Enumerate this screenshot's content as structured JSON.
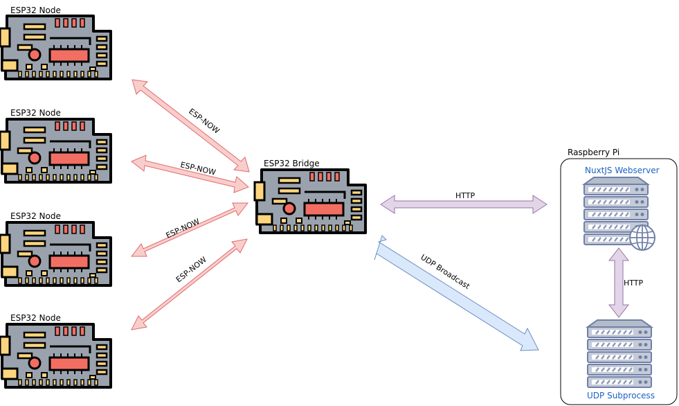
{
  "nodes": {
    "node1": {
      "label": "ESP32 Node"
    },
    "node2": {
      "label": "ESP32 Node"
    },
    "node3": {
      "label": "ESP32 Node"
    },
    "node4": {
      "label": "ESP32 Node"
    },
    "bridge": {
      "label": "ESP32 Bridge"
    },
    "pi_group": {
      "label": "Raspberry Pi"
    },
    "webserver": {
      "label": "NuxtJS Webserver"
    },
    "udp_subprocess": {
      "label": "UDP Subprocess"
    }
  },
  "edges": {
    "node1_bridge": "ESP-NOW",
    "node2_bridge": "ESP-NOW",
    "node3_bridge": "ESP-NOW",
    "node4_bridge": "ESP-NOW",
    "bridge_webserver": "HTTP",
    "bridge_udp": "UDP Broadcast",
    "webserver_udp": "HTTP"
  },
  "colors": {
    "espnow_fill": "#f8cecc",
    "espnow_stroke": "#e0696a",
    "http_fill": "#e1d5e7",
    "http_stroke": "#9673a6",
    "udp_fill": "#dae8fc",
    "udp_stroke": "#6c8ebf",
    "board_body": "#9aa3ad",
    "board_outline": "#000000",
    "chip_red": "#f26e63",
    "pad_yellow": "#fcd57e",
    "server_body": "#b4bcc9",
    "server_stroke": "#6f7fa8",
    "globe": "#7b8ab5",
    "label_blue": "#1a62c4"
  },
  "icons": {
    "board": "esp32-board-icon",
    "server": "server-icon",
    "globe": "globe-icon"
  }
}
